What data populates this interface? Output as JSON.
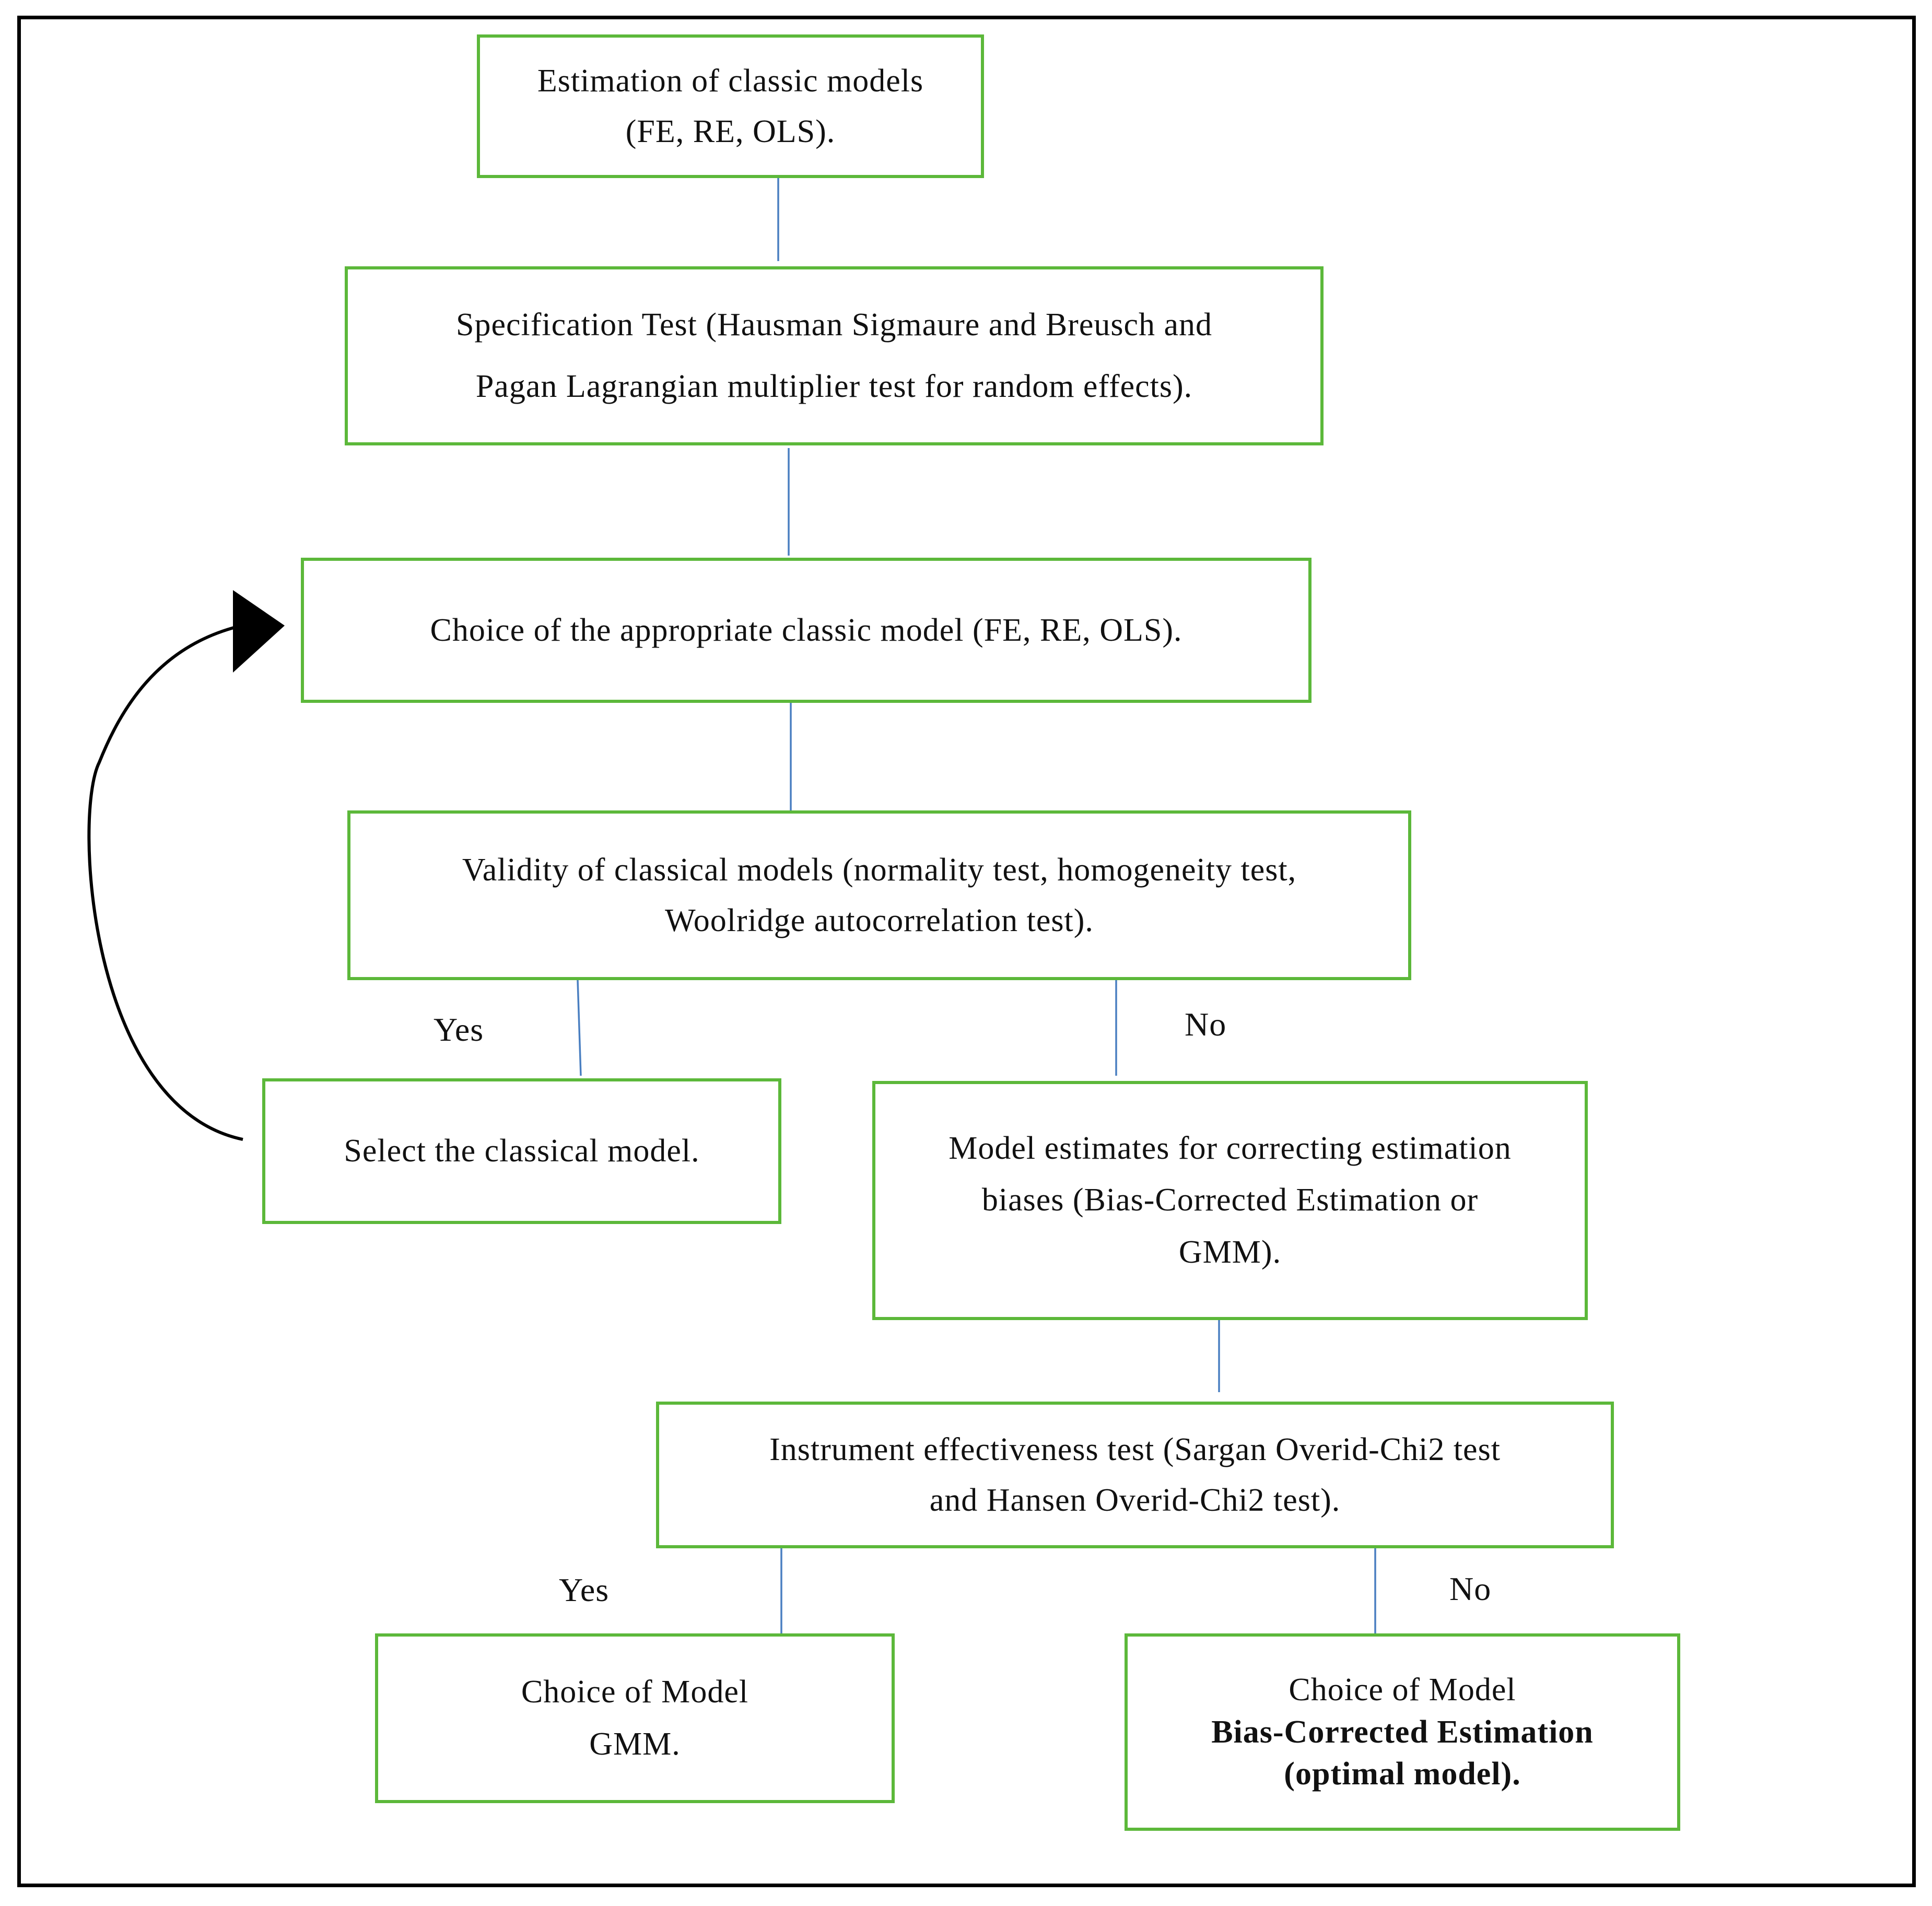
{
  "boxes": {
    "estimation": {
      "line1": "Estimation of classic models",
      "line2": "(FE, RE, OLS)."
    },
    "specification": {
      "line1": "Specification Test (Hausman Sigmaure and Breusch and",
      "line2": "Pagan Lagrangian multiplier test for random effects)."
    },
    "choice_classic": {
      "line1": "Choice of the appropriate classic model (FE, RE, OLS)."
    },
    "validity": {
      "line1": "Validity of classical models (normality test, homogeneity test,",
      "line2": "Woolridge autocorrelation test)."
    },
    "select_classical": {
      "line1": "Select the classical model."
    },
    "bias_estimates": {
      "line1": "Model estimates for correcting estimation",
      "line2": "biases (Bias-Corrected Estimation or",
      "line3": "GMM)."
    },
    "instrument_test": {
      "line1": "Instrument effectiveness test (Sargan Overid-Chi2 test",
      "line2": "and Hansen Overid-Chi2 test)."
    },
    "gmm_choice": {
      "line1": "Choice of Model",
      "line2": "GMM."
    },
    "bias_choice": {
      "line1": "Choice of Model",
      "line2": "Bias-Corrected Estimation",
      "line3": "(optimal model)."
    }
  },
  "labels": {
    "yes_validity": "Yes",
    "no_validity": "No",
    "yes_instrument": "Yes",
    "no_instrument": "No"
  },
  "colors": {
    "box_border": "#5cb83a",
    "connector": "#4a7fc1",
    "loop_arrow": "#000000",
    "frame": "#000000"
  }
}
